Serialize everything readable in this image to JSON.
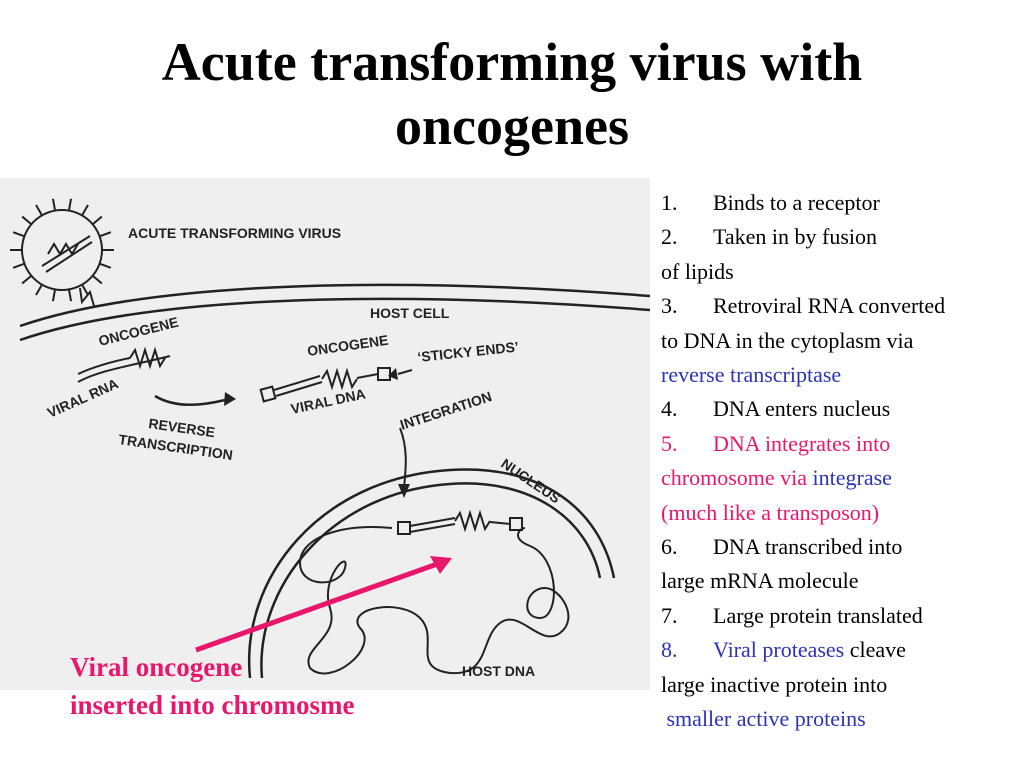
{
  "title": {
    "line1": "Acute transforming virus with",
    "line2": "oncogenes"
  },
  "diagram": {
    "labels": {
      "virus": "ACUTE TRANSFORMING VIRUS",
      "host_cell": "HOST CELL",
      "oncogene_1": "ONCOGENE",
      "viral_rna": "VIRAL RNA",
      "reverse": "REVERSE",
      "transcription": "TRANSCRIPTION",
      "oncogene_2": "ONCOGENE",
      "sticky_ends": "‘STICKY ENDS’",
      "viral_dna": "VIRAL DNA",
      "integration": "INTEGRATION",
      "nucleus": "NUCLEUS",
      "host_dna": "HOST DNA"
    }
  },
  "steps": {
    "s1": {
      "num": "1.",
      "text": "Binds to a receptor"
    },
    "s2": {
      "num": "2.",
      "text": "Taken in by fusion",
      "cont": "of lipids"
    },
    "s3": {
      "num": "3.",
      "text": "Retroviral RNA converted",
      "cont1": "to DNA in the cytoplasm via",
      "cont2": "reverse transcriptase"
    },
    "s4": {
      "num": "4.",
      "text": "DNA enters nucleus"
    },
    "s5": {
      "num": "5.",
      "text": "DNA integrates into",
      "cont_a": "chromosome via ",
      "cont_b": "integrase",
      "cont2": "(much like a transposon)"
    },
    "s6": {
      "num": "6.",
      "text": "DNA transcribed into",
      "cont": "large mRNA molecule"
    },
    "s7": {
      "num": "7.",
      "text": "Large protein translated"
    },
    "s8": {
      "num": "8.",
      "text_a": "Viral proteases",
      "text_b": " cleave",
      "cont1": "large inactive protein into",
      "cont2": " smaller active proteins"
    }
  },
  "caption": {
    "line1": "Viral oncogene",
    "line2": "inserted into chromosme"
  },
  "colors": {
    "highlight_red": "#e8176b",
    "highlight_blue": "#2c33b5",
    "diagram_background": "#efefef"
  }
}
